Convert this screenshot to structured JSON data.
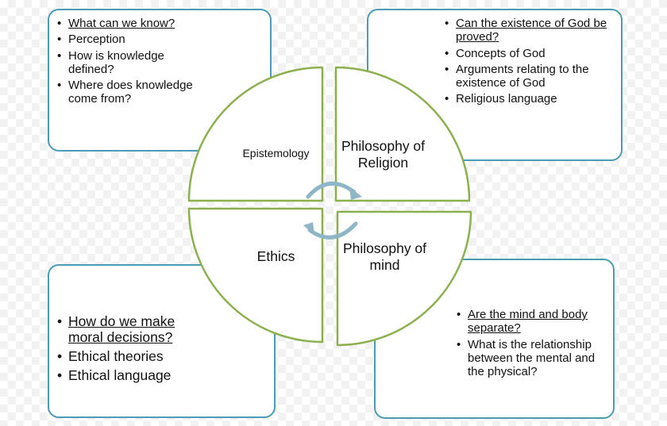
{
  "colors": {
    "box_border": "#4a9bb3",
    "quadrant_border": "#8cb04f",
    "cycle_arrows": "#8fb6c6"
  },
  "boxes": {
    "epistemology": {
      "items": [
        "What can we know?",
        "Perception",
        "How is knowledge defined?",
        "Where does knowledge come from?"
      ]
    },
    "religion": {
      "items": [
        "Can the existence of God be proved?",
        "Concepts of God",
        "Arguments relating to the existence of God",
        "Religious language"
      ]
    },
    "ethics": {
      "items": [
        "How do we make moral decisions?",
        "Ethical theories",
        "Ethical language"
      ]
    },
    "mind": {
      "items": [
        "Are the mind and body separate?",
        "What is the relationship between the mental and the physical?"
      ]
    }
  },
  "quadrants": {
    "top_left": "Epistemology",
    "top_right": "Philosophy of Religion",
    "bottom_left": "Ethics",
    "bottom_right": "Philosophy of mind"
  },
  "center_icon": "cycle-arrows-icon"
}
